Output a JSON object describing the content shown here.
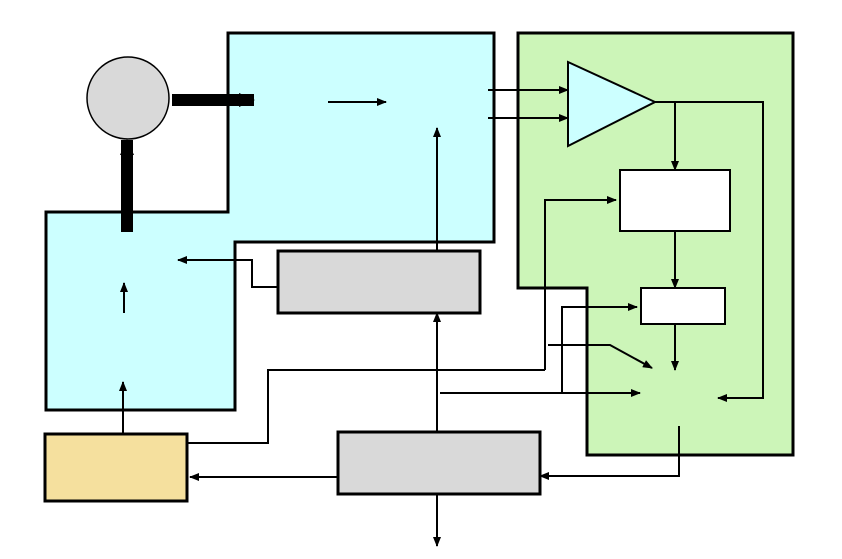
{
  "diagram": {
    "labels": [],
    "colors": {
      "cyan_region": "#ccffff",
      "green_region": "#ccf5b8",
      "gray_block": "#d9d9d9",
      "tan_block": "#f5e09e",
      "white_block": "#ffffff",
      "stroke": "#000000"
    },
    "elements": [
      "circle-node",
      "cyan-region-upper",
      "cyan-region-lower",
      "green-region",
      "amplifier-triangle",
      "green-upper-box",
      "green-lower-box",
      "gray-block-upper",
      "gray-block-lower",
      "tan-block"
    ]
  }
}
